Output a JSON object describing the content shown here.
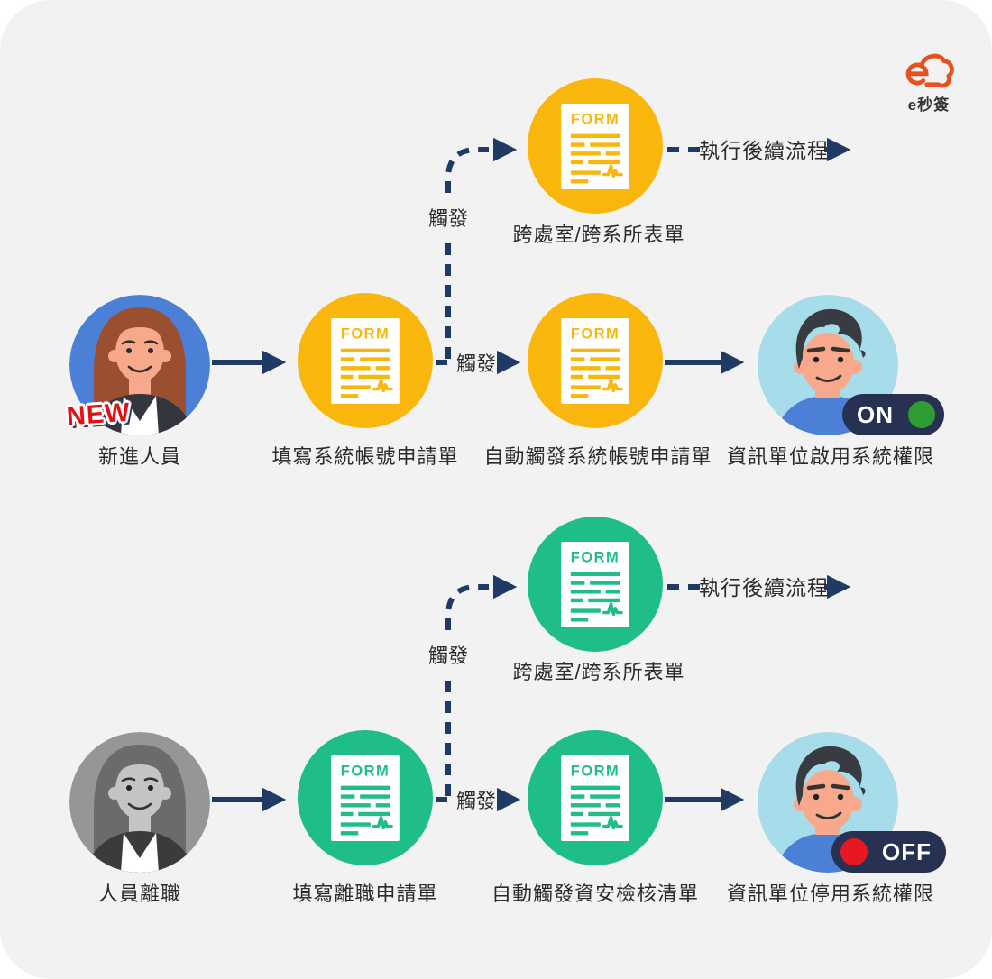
{
  "logo": {
    "name": "e秒簽"
  },
  "form_label": "FORM",
  "flow_onboarding": {
    "actor": "新進人員",
    "badge": "NEW",
    "step1": "填寫系統帳號申請單",
    "step2": "自動觸發系統帳號申請單",
    "branch": "跨處室/跨系所表單",
    "followup": "執行後續流程",
    "trigger1": "觸發",
    "trigger2": "觸發",
    "result": "資訊單位啟用系統權限",
    "toggle": "ON"
  },
  "flow_offboarding": {
    "actor": "人員離職",
    "step1": "填寫離職申請單",
    "step2": "自動觸發資安檢核清單",
    "branch": "跨處室/跨系所表單",
    "followup": "執行後續流程",
    "trigger1": "觸發",
    "trigger2": "觸發",
    "result": "資訊單位停用系統權限",
    "toggle": "OFF"
  },
  "colors": {
    "onboarding_accent": "#f9b70d",
    "offboarding_accent": "#1fbd87",
    "connector_navy": "#203a66",
    "toggle_on_dot": "#2e9d33",
    "toggle_off_dot": "#e81822",
    "badge_red": "#e50e13",
    "logo_orange": "#e8511d",
    "background": "#f2f2f2"
  }
}
